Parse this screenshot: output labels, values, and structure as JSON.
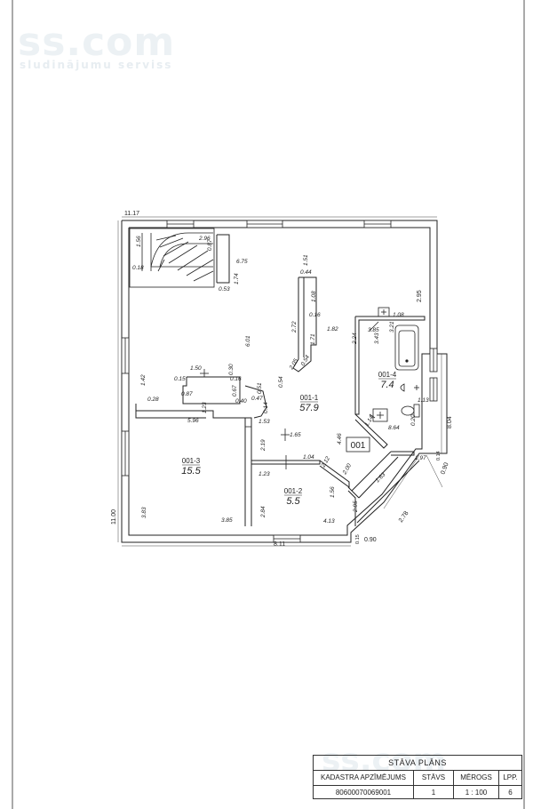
{
  "watermark": {
    "brand": "ss.com",
    "tagline": "sludinājumu serviss"
  },
  "plan": {
    "outer_dims": {
      "top": "11.17",
      "left": "11.00",
      "bottom": "8.11",
      "right": "8.04",
      "right_top": "2.95",
      "angle_1": "0.90",
      "angle_2": "2.78",
      "angle_3": "0.90",
      "small_1": "0.14",
      "small_2": "0.15"
    },
    "rooms": [
      {
        "code": "001-1",
        "area": "57.9"
      },
      {
        "code": "001-2",
        "area": "5.5"
      },
      {
        "code": "001-3",
        "area": "15.5"
      },
      {
        "code": "001-4",
        "area": "7.4"
      }
    ],
    "unit_label": "001",
    "dims": [
      "1.56",
      "2.96",
      "0.87",
      "0.18",
      "6.75",
      "1.74",
      "0.53",
      "1.51",
      "0.44",
      "1.08",
      "0.16",
      "2.72",
      "1.71",
      "1.82",
      "6.01",
      "1.50",
      "0.30",
      "0.15",
      "0.16",
      "0.67",
      "0.51",
      "0.87",
      "0.40",
      "0.47",
      "0.14",
      "1.53",
      "0.28",
      "1.23",
      "5.96",
      "1.42",
      "0.54",
      "0.54",
      "2.05",
      "3.85",
      "3.21",
      "3.43",
      "2.24",
      "1.08",
      "0.20",
      "1.13",
      "1.14",
      "8.64",
      "4.46",
      "1.65",
      "2.19",
      "1.04",
      "2.12",
      "2.00",
      "1.63",
      "1.97",
      "1.23",
      "1.56",
      "2.05",
      "2.84",
      "4.13",
      "3.83",
      "3.85"
    ]
  },
  "title_block": {
    "title": "STĀVA PLĀNS",
    "h_cadastre": "KADASTRA APZĪMĒJUMS",
    "h_floor": "STĀVS",
    "h_scale": "MĒROGS",
    "h_page": "LPP.",
    "cadastre": "80600070069001",
    "floor": "1",
    "scale": "1 : 100",
    "page": "6"
  }
}
